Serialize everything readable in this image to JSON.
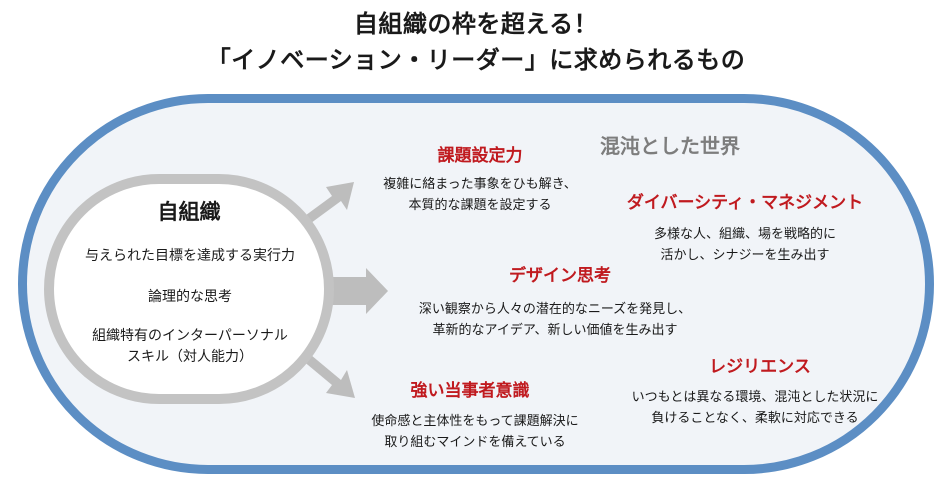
{
  "title": {
    "line1": "自組織の枠を超える！",
    "line2": "「イノベーション・リーダー」に求められるもの"
  },
  "self_org": {
    "title": "自組織",
    "items": [
      "与えられた目標を達成する実行力",
      "論理的な思考",
      "組織特有のインターパーソナル",
      "スキル（対人能力）"
    ]
  },
  "world_label": "混沌とした世界",
  "skills": [
    {
      "heading": "課題設定力",
      "desc": [
        "複雑に絡まった事象をひも解き、",
        "本質的な課題を設定する"
      ]
    },
    {
      "heading": "ダイバーシティ・マネジメント",
      "desc": [
        "多様な人、組織、場を戦略的に",
        "活かし、シナジーを生み出す"
      ]
    },
    {
      "heading": "デザイン思考",
      "desc": [
        "深い観察から人々の潜在的なニーズを発見し、",
        "革新的なアイデア、新しい価値を生み出す"
      ]
    },
    {
      "heading": "レジリエンス",
      "desc": [
        "いつもとは異なる環境、混沌とした状況に",
        "負けることなく、柔軟に対応できる"
      ]
    },
    {
      "heading": "強い当事者意識",
      "desc": [
        "使命感と主体性をもって課題解決に",
        "取り組むマインドを備えている"
      ]
    }
  ],
  "colors": {
    "outer_border": "#5c8ec4",
    "inner_border": "#c3c3c3",
    "arrow": "#bdbdbd",
    "heading_red": "#c01a1f",
    "world_gray": "#7d7d7d"
  }
}
